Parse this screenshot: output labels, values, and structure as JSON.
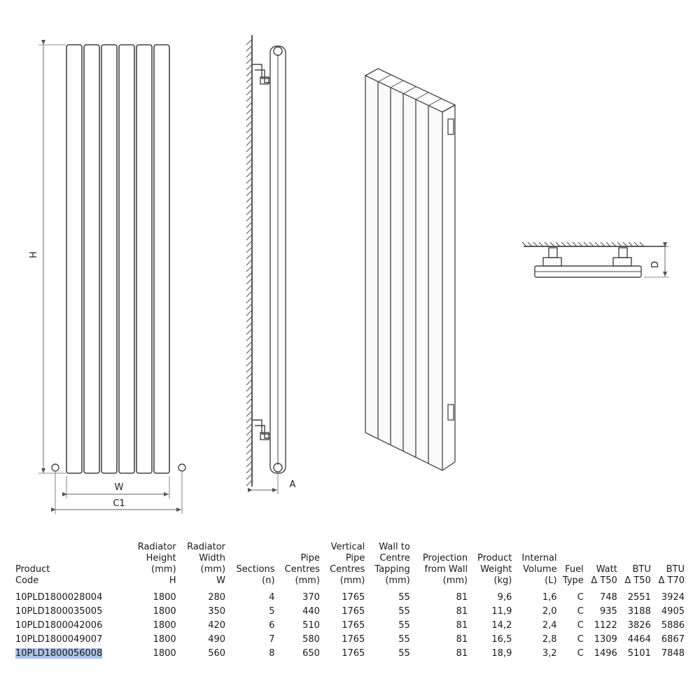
{
  "drawing_labels": {
    "height": "H",
    "width": "W",
    "centres": "C1",
    "wall_gap": "A",
    "projection": "D"
  },
  "table": {
    "headers": [
      [
        "Product",
        "Code"
      ],
      [
        "Radiator",
        "Height",
        "(mm)",
        "H"
      ],
      [
        "Radiator",
        "Width",
        "(mm)",
        "W"
      ],
      [
        "Sections",
        "(n)"
      ],
      [
        "Pipe",
        "Centres",
        "(mm)"
      ],
      [
        "Vertical",
        "Pipe",
        "Centres",
        "(mm)"
      ],
      [
        "Wall to",
        "Centre",
        "Tapping",
        "(mm)"
      ],
      [
        "Projection",
        "from Wall",
        "(mm)"
      ],
      [
        "Product",
        "Weight",
        "(kg)"
      ],
      [
        "Internal",
        "Volume",
        "(L)"
      ],
      [
        "Fuel",
        "Type"
      ],
      [
        "Watt",
        "Δ T50"
      ],
      [
        "BTU",
        "Δ T50"
      ],
      [
        "BTU",
        "Δ T70"
      ]
    ],
    "rows": [
      [
        "10PLD1800028004",
        "1800",
        "280",
        "4",
        "370",
        "1765",
        "55",
        "81",
        "9,6",
        "1,6",
        "C",
        "748",
        "2551",
        "3924"
      ],
      [
        "10PLD1800035005",
        "1800",
        "350",
        "5",
        "440",
        "1765",
        "55",
        "81",
        "11,9",
        "2,0",
        "C",
        "935",
        "3188",
        "4905"
      ],
      [
        "10PLD1800042006",
        "1800",
        "420",
        "6",
        "510",
        "1765",
        "55",
        "81",
        "14,2",
        "2,4",
        "C",
        "1122",
        "3826",
        "5886"
      ],
      [
        "10PLD1800049007",
        "1800",
        "490",
        "7",
        "580",
        "1765",
        "55",
        "81",
        "16,5",
        "2,8",
        "C",
        "1309",
        "4464",
        "6867"
      ],
      [
        "10PLD1800056008",
        "1800",
        "560",
        "8",
        "650",
        "1765",
        "55",
        "81",
        "18,9",
        "3,2",
        "C",
        "1496",
        "5101",
        "7848"
      ]
    ],
    "selected_row": 4,
    "highlight_color": "#a9c4e6"
  }
}
